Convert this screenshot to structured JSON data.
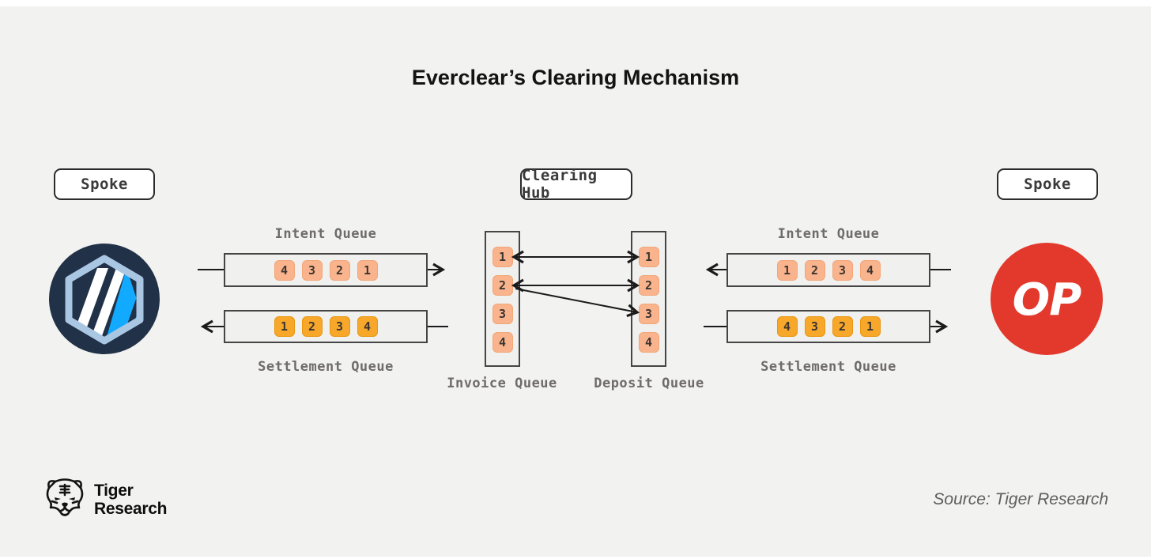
{
  "title": "Everclear’s Clearing Mechanism",
  "nodes": {
    "spoke_left": "Spoke",
    "clearing_hub": "Clearing Hub",
    "spoke_right": "Spoke"
  },
  "queues": {
    "left_intent": {
      "label": "Intent Queue",
      "items": [
        "4",
        "3",
        "2",
        "1"
      ],
      "flow": "rightward into hub"
    },
    "left_settlement": {
      "label": "Settlement Queue",
      "items": [
        "1",
        "2",
        "3",
        "4"
      ],
      "flow": "leftward to Arbitrum spoke"
    },
    "invoice": {
      "label": "Invoice Queue",
      "items": [
        "1",
        "2",
        "3",
        "4"
      ]
    },
    "deposit": {
      "label": "Deposit Queue",
      "items": [
        "1",
        "2",
        "3",
        "4"
      ]
    },
    "right_intent": {
      "label": "Intent Queue",
      "items": [
        "1",
        "2",
        "3",
        "4"
      ],
      "flow": "leftward into hub"
    },
    "right_settlement": {
      "label": "Settlement Queue",
      "items": [
        "4",
        "3",
        "2",
        "1"
      ],
      "flow": "rightward to OP spoke"
    }
  },
  "hub_matches": [
    {
      "invoice": "1",
      "deposit": "1",
      "bidirectional": true
    },
    {
      "invoice": "2",
      "deposit": "2",
      "bidirectional": true
    },
    {
      "invoice": "2",
      "deposit": "3",
      "bidirectional": false
    }
  ],
  "logos": {
    "left_chain": "Arbitrum",
    "right_chain": "Optimism",
    "op_label": "OP"
  },
  "footer": {
    "brand_line1": "Tiger",
    "brand_line2": "Research",
    "source": "Source: Tiger Research"
  },
  "colors": {
    "background": "#F2F2F1",
    "chip_salmon": "#F9B48D",
    "chip_orange": "#F7A82B",
    "arbitrum_navy": "#213147",
    "arbitrum_blue": "#12AAFF",
    "op_red": "#E3392C",
    "arrow_line": "#1B1B1B",
    "label_gray": "#6E6B68"
  }
}
